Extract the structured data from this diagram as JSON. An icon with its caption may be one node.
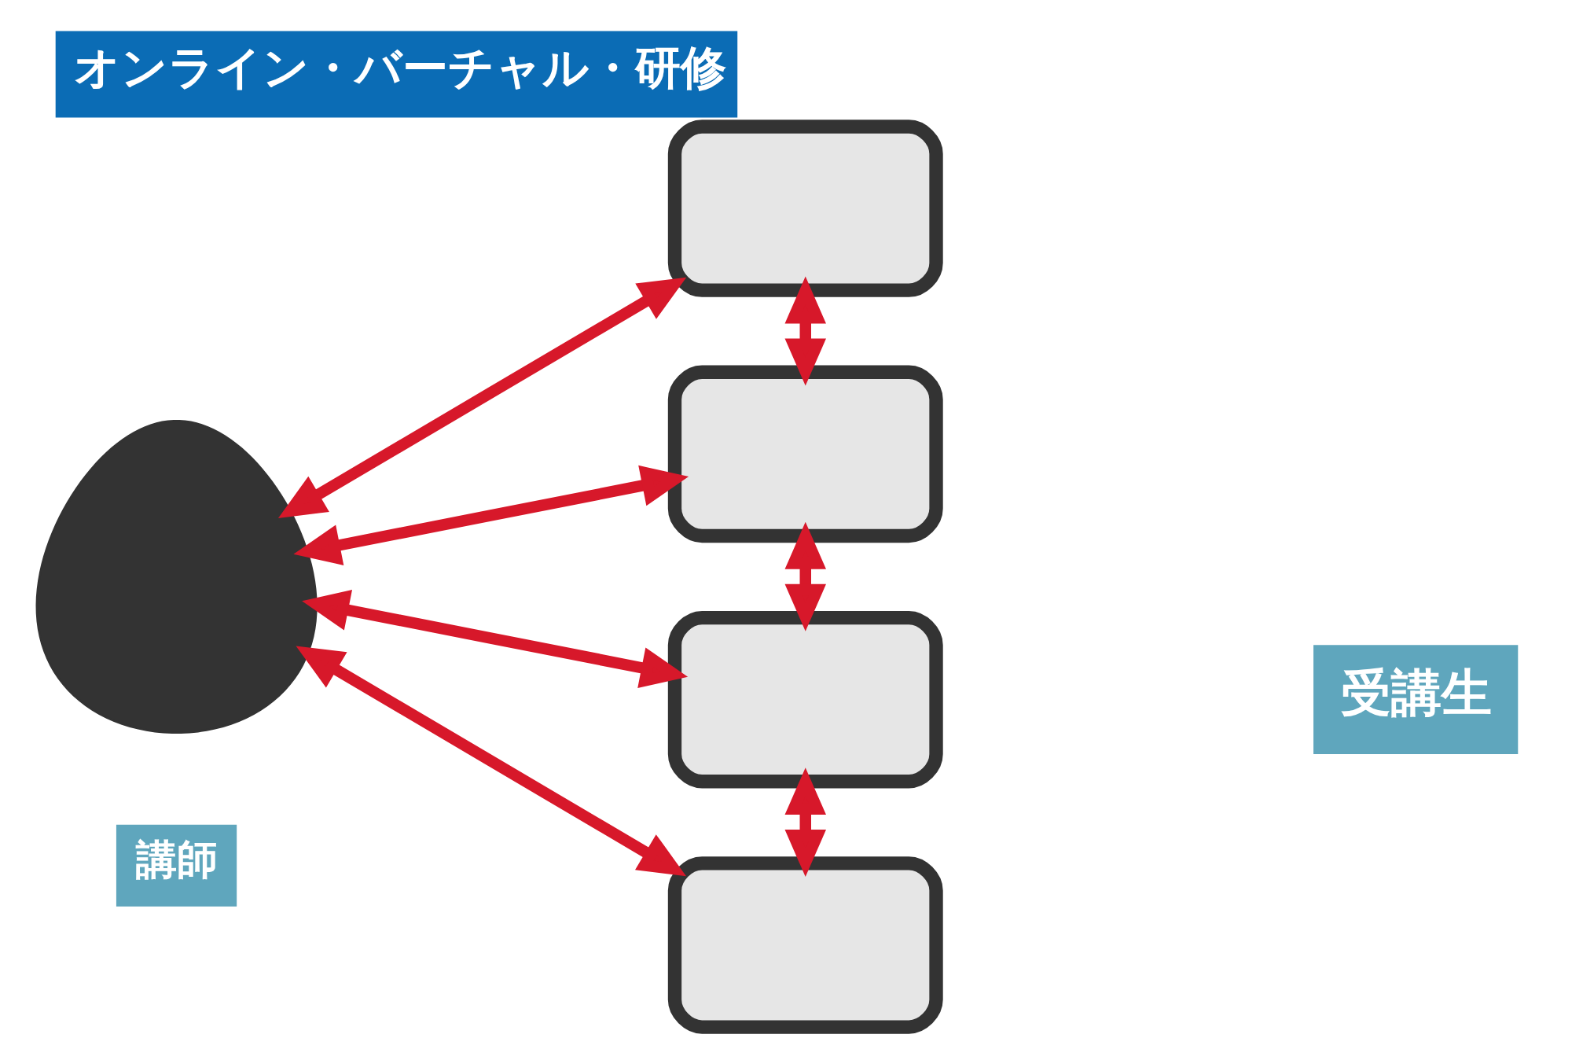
{
  "diagram": {
    "title": "オンライン・バーチャル・研修",
    "nodes": [
      {
        "text": [],
        "shape": "person",
        "beside": [
          "講師"
        ]
      },
      {
        "text": [],
        "shape": "box"
      },
      {
        "text": [],
        "shape": "box"
      },
      {
        "text": [],
        "shape": "box"
      },
      {
        "text": [],
        "shape": "box"
      }
    ],
    "edges": [
      {
        "from": 0,
        "to": 1,
        "arrow": "both"
      },
      {
        "from": 0,
        "to": 2,
        "arrow": "both"
      },
      {
        "from": 0,
        "to": 3,
        "arrow": "both"
      },
      {
        "from": 0,
        "to": 4,
        "arrow": "both"
      },
      {
        "from": 1,
        "to": 2,
        "arrow": "both"
      },
      {
        "from": 2,
        "to": 3,
        "arrow": "both"
      },
      {
        "from": 3,
        "to": 4,
        "arrow": "both"
      }
    ],
    "labels": [
      "受講生"
    ]
  }
}
